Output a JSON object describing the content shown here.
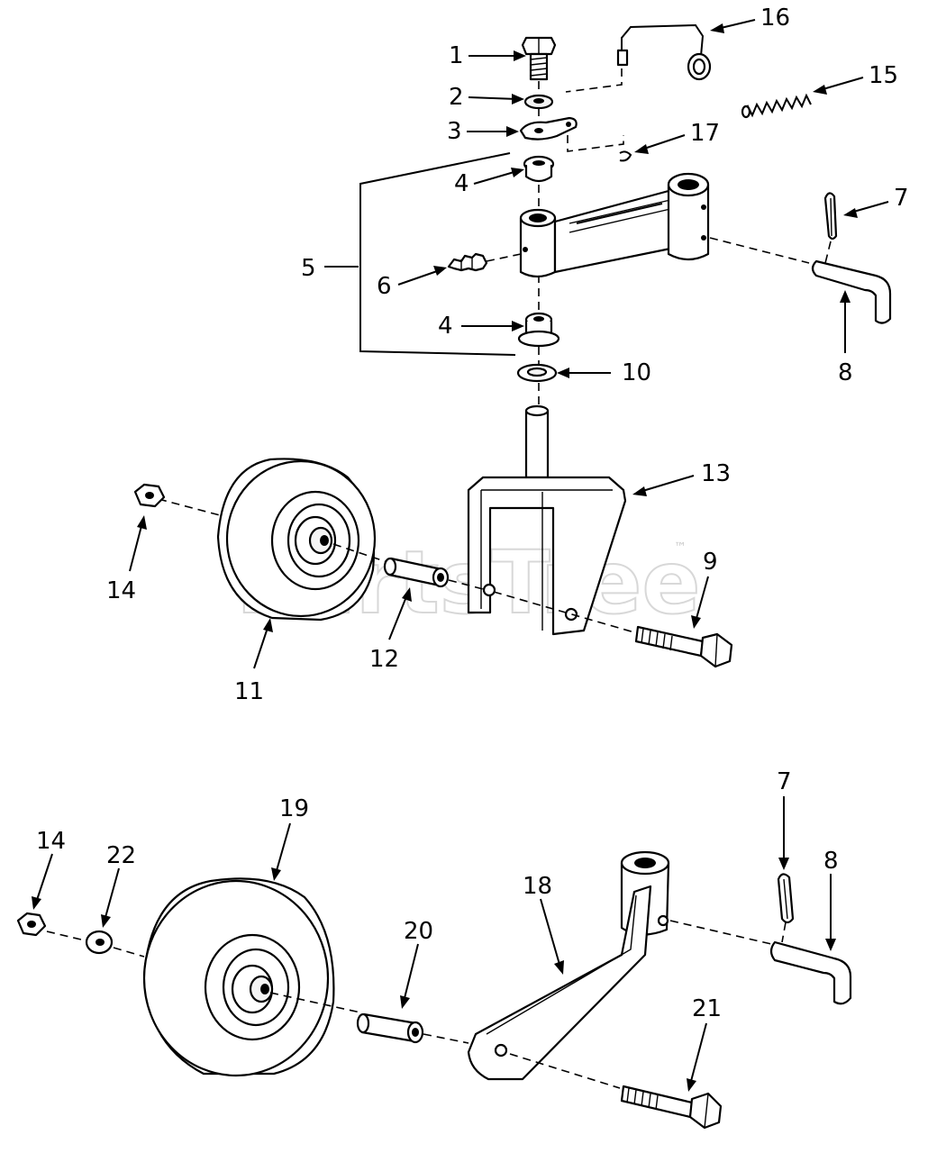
{
  "watermark": {
    "text": "PartsTree",
    "trademark": "™"
  },
  "callouts": [
    {
      "id": "c1",
      "text": "1"
    },
    {
      "id": "c2",
      "text": "2"
    },
    {
      "id": "c3",
      "text": "3"
    },
    {
      "id": "c4a",
      "text": "4"
    },
    {
      "id": "c4b",
      "text": "4"
    },
    {
      "id": "c5",
      "text": "5"
    },
    {
      "id": "c6",
      "text": "6"
    },
    {
      "id": "c7a",
      "text": "7"
    },
    {
      "id": "c7b",
      "text": "7"
    },
    {
      "id": "c8a",
      "text": "8"
    },
    {
      "id": "c8b",
      "text": "8"
    },
    {
      "id": "c9",
      "text": "9"
    },
    {
      "id": "c10",
      "text": "10"
    },
    {
      "id": "c11",
      "text": "11"
    },
    {
      "id": "c12",
      "text": "12"
    },
    {
      "id": "c13",
      "text": "13"
    },
    {
      "id": "c14a",
      "text": "14"
    },
    {
      "id": "c14b",
      "text": "14"
    },
    {
      "id": "c15",
      "text": "15"
    },
    {
      "id": "c16",
      "text": "16"
    },
    {
      "id": "c17",
      "text": "17"
    },
    {
      "id": "c18",
      "text": "18"
    },
    {
      "id": "c19",
      "text": "19"
    },
    {
      "id": "c20",
      "text": "20"
    },
    {
      "id": "c21",
      "text": "21"
    },
    {
      "id": "c22",
      "text": "22"
    }
  ]
}
